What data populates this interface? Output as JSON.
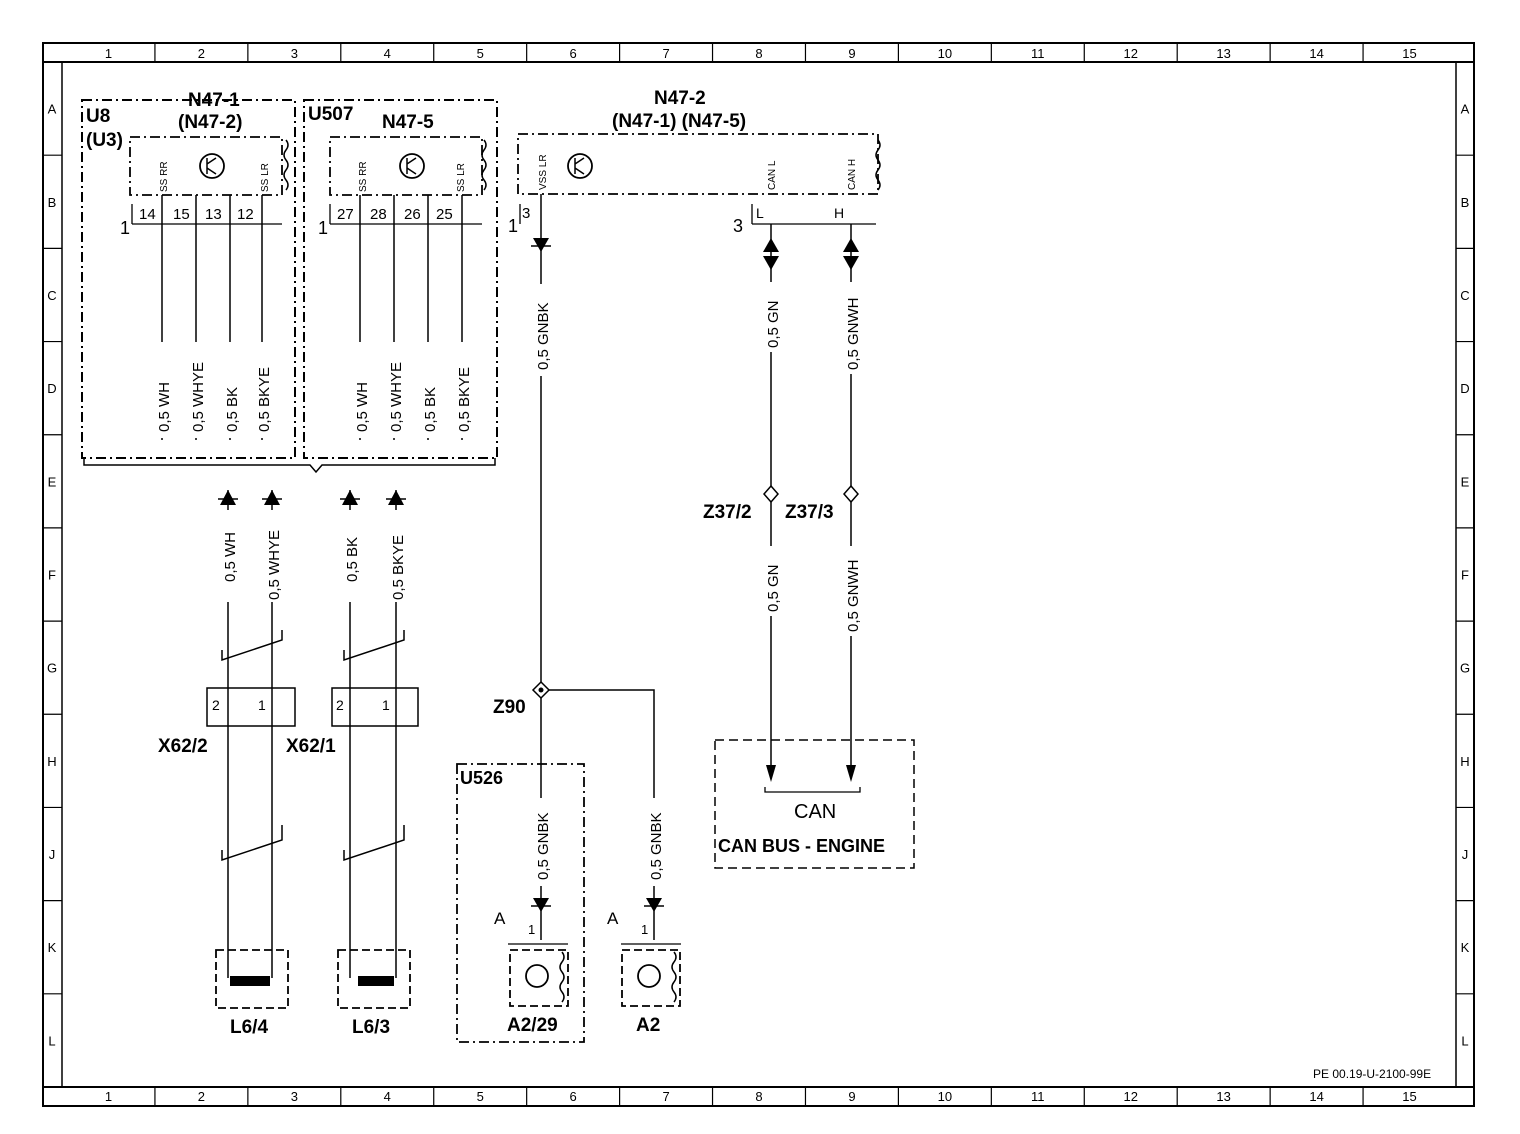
{
  "grid": {
    "columns": [
      "1",
      "2",
      "3",
      "4",
      "5",
      "6",
      "7",
      "8",
      "9",
      "10",
      "11",
      "12",
      "13",
      "14",
      "15"
    ],
    "rows": [
      "A",
      "B",
      "C",
      "D",
      "E",
      "F",
      "G",
      "H",
      "J",
      "K",
      "L"
    ]
  },
  "reference_code": "PE 00.19-U-2100-99E",
  "components": {
    "n47_1_title": "N47-1",
    "n47_1_alt": "(N47-2)",
    "u8": "U8",
    "u3": "(U3)",
    "u507": "U507",
    "n47_5_title": "N47-5",
    "n47_2_title": "N47-2",
    "n47_2_alt": "(N47-1) (N47-5)",
    "z37_2": "Z37/2",
    "z37_3": "Z37/3",
    "z90": "Z90",
    "x62_2": "X62/2",
    "x62_1": "X62/1",
    "u526": "U526",
    "l6_4": "L6/4",
    "l6_3": "L6/3",
    "a2_29": "A2/29",
    "a2": "A2",
    "can": "CAN",
    "can_bus_engine": "CAN BUS - ENGINE"
  },
  "sensor_labels": {
    "ss_rr": "SS RR",
    "ss_lr": "SS LR",
    "vss_lr": "VSS LR",
    "can_l": "CAN L",
    "can_h": "CAN H"
  },
  "pins": {
    "n47_1": [
      "14",
      "15",
      "13",
      "12"
    ],
    "n47_5": [
      "27",
      "28",
      "26",
      "25"
    ],
    "n47_2": [
      "3"
    ],
    "can_pins": [
      "L",
      "H"
    ],
    "connector_ref_1": "1",
    "connector_ref_3": "3",
    "x62_pins": [
      "2",
      "1"
    ],
    "sensor_pin": "1",
    "sensor_connector": "A"
  },
  "wires": {
    "top_left": [
      "0,5 WH",
      "0,5 WHYE",
      "0,5 BK",
      "0,5 BKYE"
    ],
    "mid_left": [
      "0,5 WH",
      "0,5 WHYE",
      "0,5 BK",
      "0,5 BKYE"
    ],
    "gnbk": "0,5 GNBK",
    "gn": "0,5 GN",
    "gnwh": "0,5 GNWH"
  }
}
